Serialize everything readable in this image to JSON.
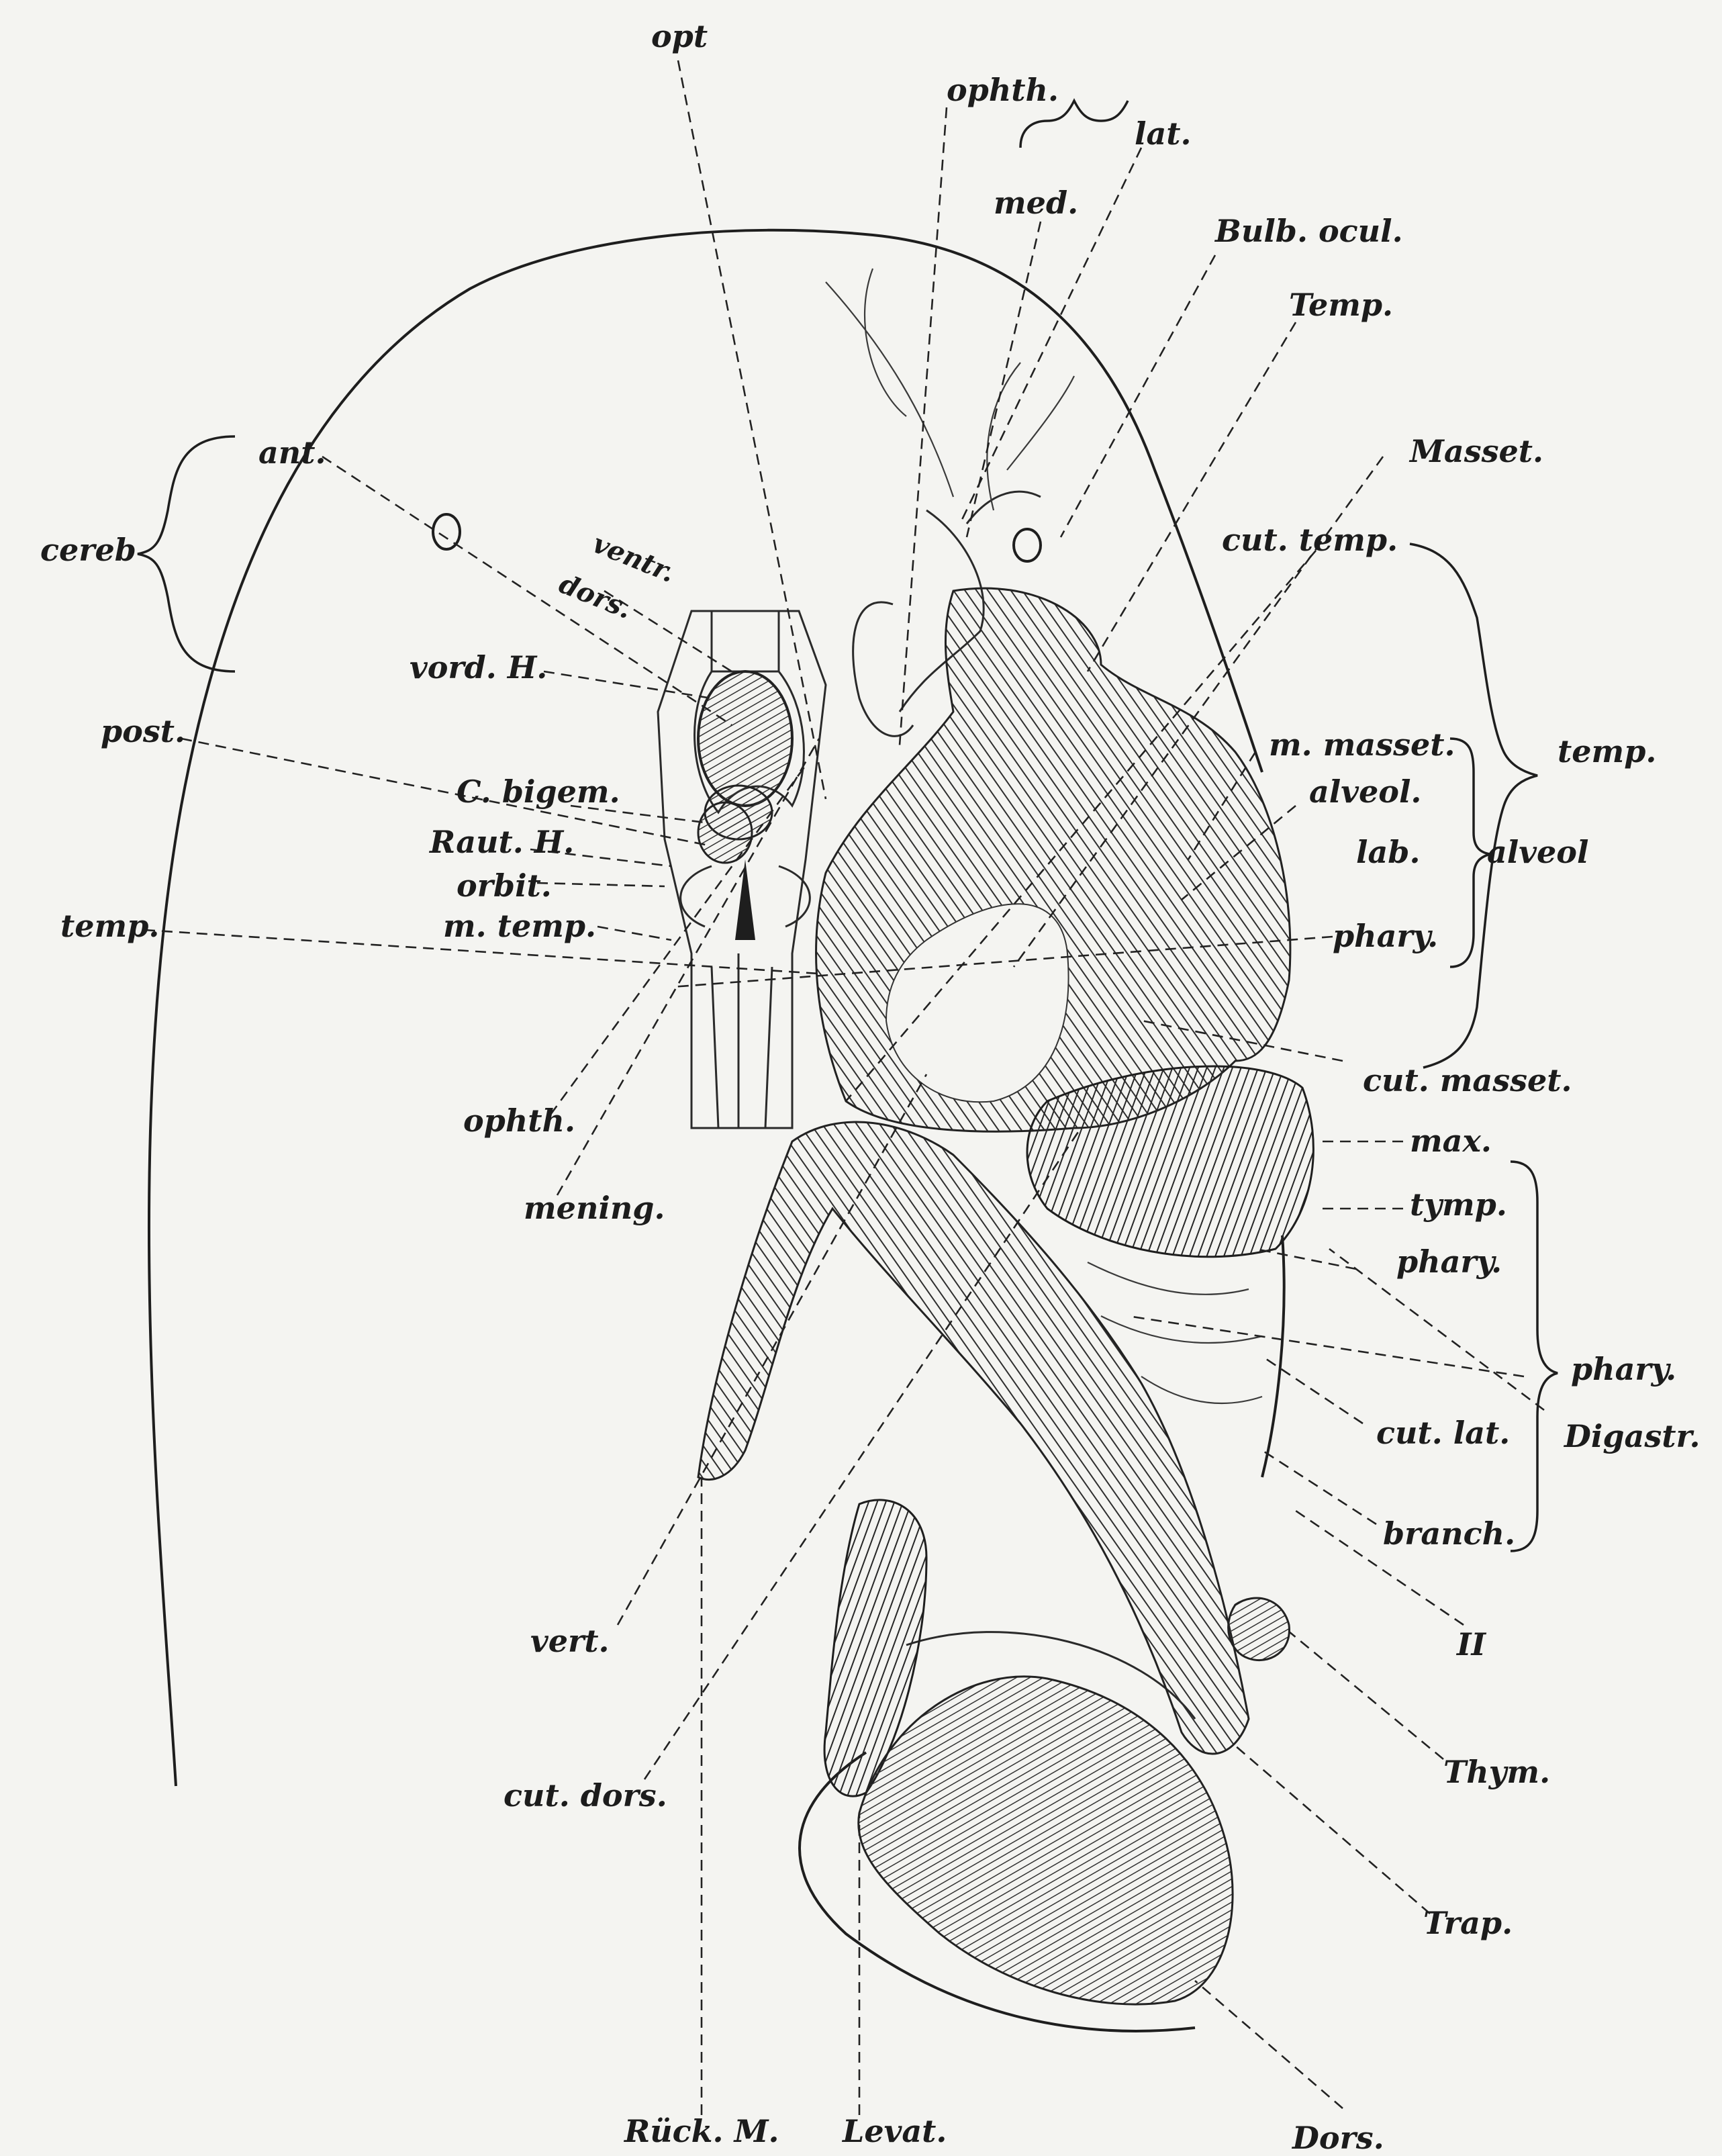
{
  "labels": {
    "opt": "opt",
    "ophth_top": "ophth.",
    "lat": "lat.",
    "med": "med.",
    "bulb_ocul": "Bulb. ocul.",
    "temp_upper": "Temp.",
    "masset": "Masset.",
    "cut_temp": "cut. temp.",
    "temp_right": "temp.",
    "m_masset": "m. masset.",
    "alveol_small": "alveol.",
    "lab": "lab.",
    "alveol_right": "alveol",
    "phary_1": "phary.",
    "cut_masset": "cut. masset.",
    "max": "max.",
    "tymp": "tymp.",
    "phary_2": "phary.",
    "phary_3": "phary.",
    "digastr": "Digastr.",
    "cut_lat": "cut. lat.",
    "branch": "branch.",
    "roman_ii": "II",
    "thym": "Thym.",
    "trap": "Trap.",
    "dors": "Dors.",
    "levat": "Levat.",
    "rueck_m": "Rück. M.",
    "cut_dors": "cut. dors.",
    "vert": "vert.",
    "mening": "mening.",
    "ophth_lower": "ophth.",
    "m_temp": "m. temp.",
    "temp_left": "temp.",
    "orbit": "orbit.",
    "raut_h": "Raut. H.",
    "c_bigem": "C. bigem.",
    "post": "post.",
    "vord_h": "vord. H.",
    "dors_small": "dors.",
    "ventr": "ventr.",
    "ant": "ant.",
    "cereb": "cereb"
  }
}
